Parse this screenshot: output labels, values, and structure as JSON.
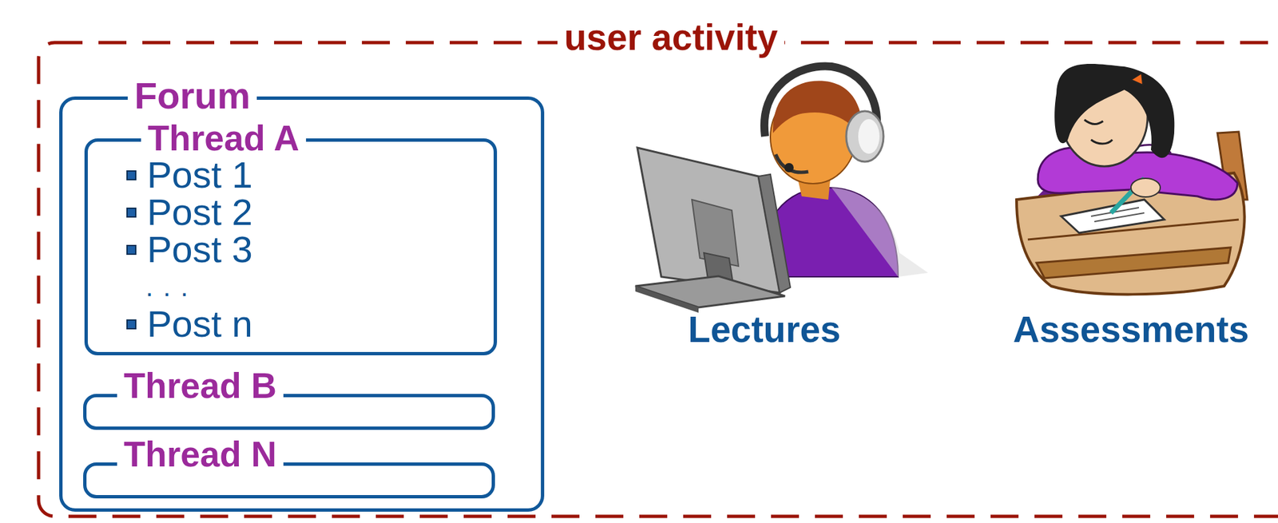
{
  "diagram": {
    "nodes": [
      {
        "text": [
          "user activity"
        ]
      },
      {
        "text": [
          "Forum"
        ],
        "in": 0
      },
      {
        "text": [
          "Thread A",
          "Post 1",
          "Post 2",
          "Post 3",
          ". . .",
          "Post n"
        ],
        "in": 1
      },
      {
        "text": [
          "Thread B"
        ],
        "in": 1
      },
      {
        "text": [
          "Thread N"
        ],
        "in": 1
      }
    ],
    "labels": [
      "Lectures",
      "Assessments"
    ]
  }
}
